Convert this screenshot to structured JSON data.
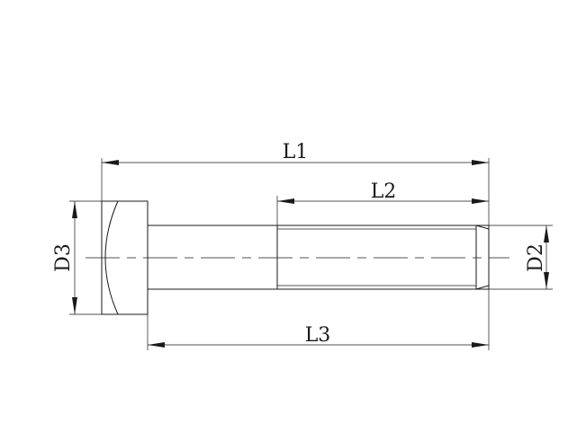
{
  "diagram": {
    "labels": {
      "l1": "L1",
      "l2": "L2",
      "l3": "L3",
      "d2": "D2",
      "d3": "D3"
    },
    "line_color": "#1a1a1a",
    "background": "#ffffff"
  }
}
